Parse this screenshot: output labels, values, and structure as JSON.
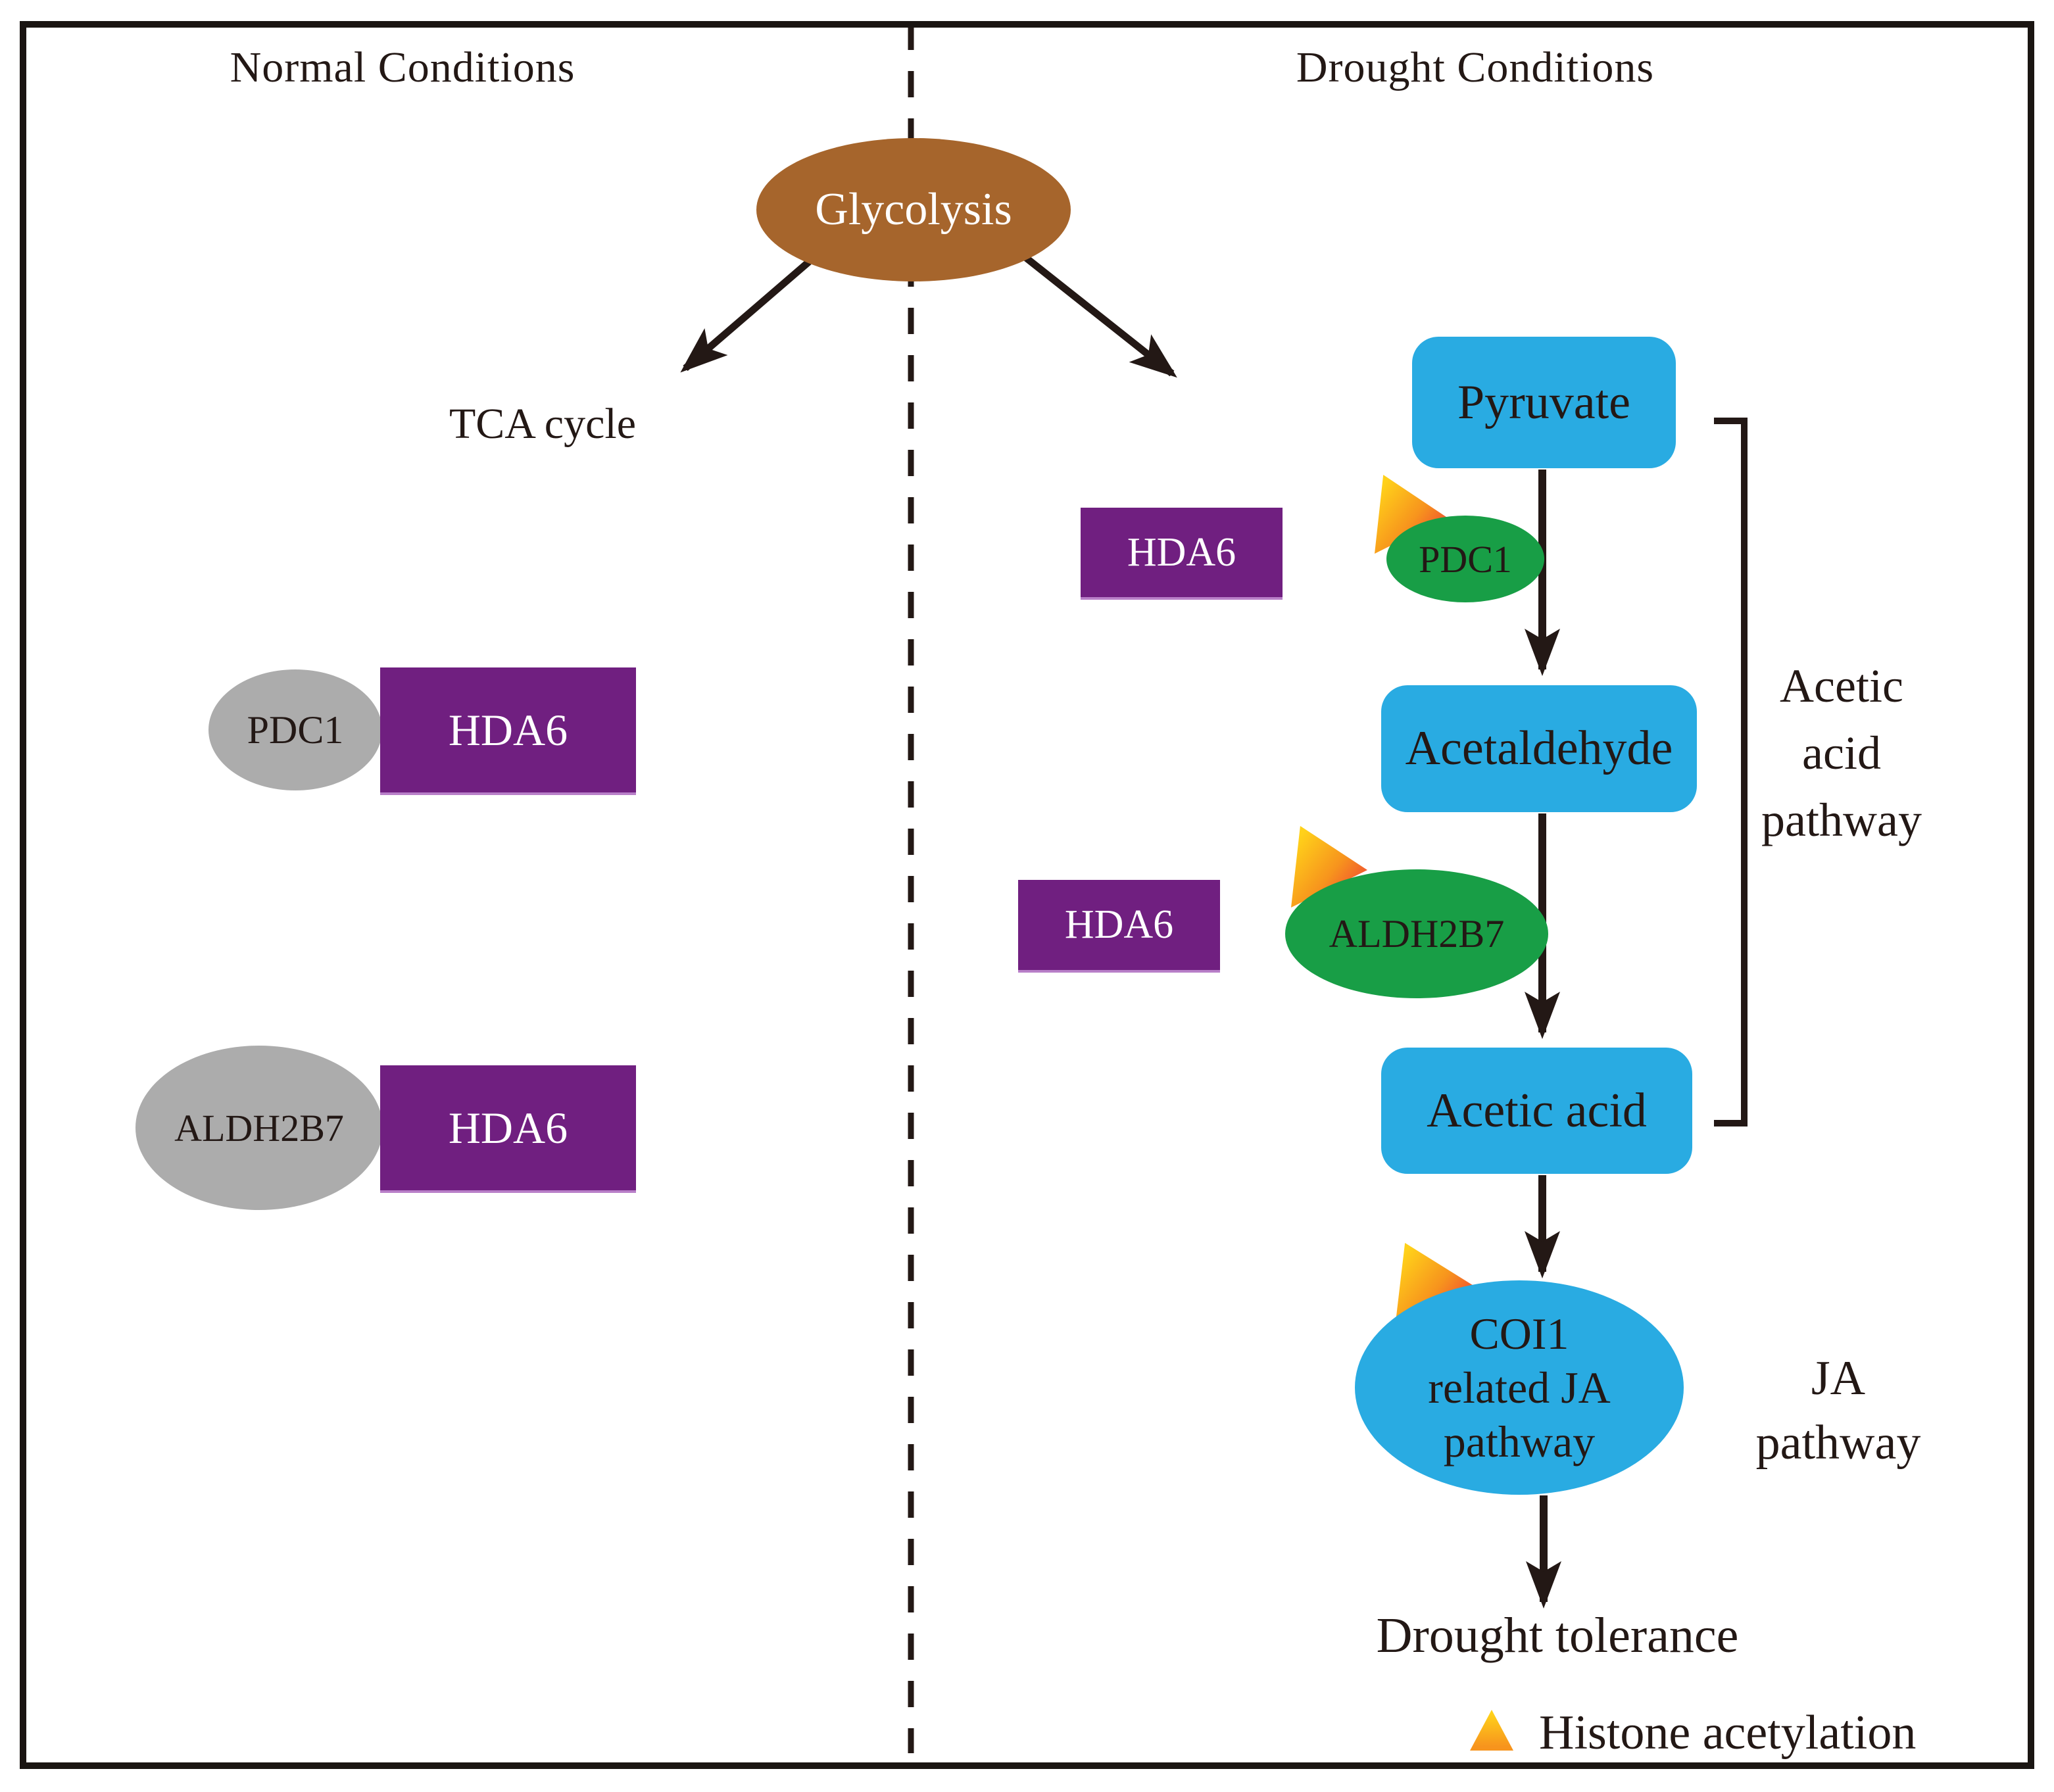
{
  "titles": {
    "normal": "Normal Conditions",
    "drought": "Drought Conditions"
  },
  "glycolysis": {
    "label": "Glycolysis"
  },
  "normal_panel": {
    "tca_label": "TCA cycle",
    "pdc1_label": "PDC1",
    "hda6_top_label": "HDA6",
    "aldh2b7_label": "ALDH2B7",
    "hda6_bottom_label": "HDA6"
  },
  "drought_panel": {
    "pyruvate_label": "Pyruvate",
    "hda6_top_label": "HDA6",
    "pdc1_label": "PDC1",
    "acetaldehyde_label": "Acetaldehyde",
    "hda6_bottom_label": "HDA6",
    "aldh2b7_label": "ALDH2B7",
    "acetic_acid_label": "Acetic acid",
    "coi1_line1": "COI1",
    "coi1_line2": "related JA",
    "coi1_line3": "pathway",
    "drought_tolerance_label": "Drought tolerance"
  },
  "side_labels": {
    "acetic_line1": "Acetic",
    "acetic_line2": "acid",
    "acetic_line3": "pathway",
    "ja_line1": "JA",
    "ja_line2": "pathway"
  },
  "legend": {
    "histone_label": "Histone acetylation"
  },
  "colors": {
    "metabolite_blue": "#29ABE2",
    "enzyme_green": "#189E46",
    "hda6_purple": "#701F80",
    "glycolysis_brown": "#A6652C",
    "inactive_gray": "#ACACAC",
    "triangle_yellow": "#FFD11A",
    "triangle_orange": "#F7941D",
    "triangle_red": "#EE4035",
    "line_black": "#231815"
  }
}
